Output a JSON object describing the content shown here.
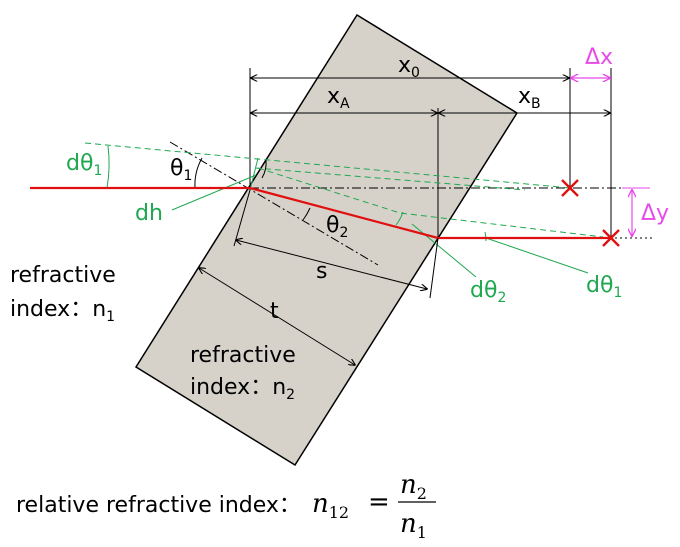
{
  "colors": {
    "slab_fill": "#d6d2ca",
    "ray": "#e01010",
    "angle_green": "#1fa84f",
    "magenta": "#e84ae8",
    "marker": "#e01010",
    "ink": "#000000"
  },
  "labels": {
    "x0": "x",
    "x0_sub": "0",
    "xA": "x",
    "xA_sub": "A",
    "xB": "x",
    "xB_sub": "B",
    "delta_x": "Δx",
    "delta_y": "Δy",
    "dtheta1_left": "dθ",
    "dtheta1_left_sub": "1",
    "theta1": "θ",
    "theta1_sub": "1",
    "dh": "dh",
    "theta2": "θ",
    "theta2_sub": "2",
    "s": "s",
    "t": "t",
    "dtheta2": "dθ",
    "dtheta2_sub": "2",
    "dtheta1_right": "dθ",
    "dtheta1_right_sub": "1",
    "refr1_line1": "refractive",
    "refr1_line2": "index：n",
    "refr1_sub": "1",
    "refr2_line1": "refractive",
    "refr2_line2": "index：n",
    "refr2_sub": "2",
    "relative_label": "relative refractive index：",
    "formula_lhs": "n",
    "formula_lhs_sub": "12",
    "formula_eq": "=",
    "formula_num": "n",
    "formula_num_sub": "2",
    "formula_den": "n",
    "formula_den_sub": "1"
  },
  "icons": {
    "marker": "cross-marker-icon"
  }
}
